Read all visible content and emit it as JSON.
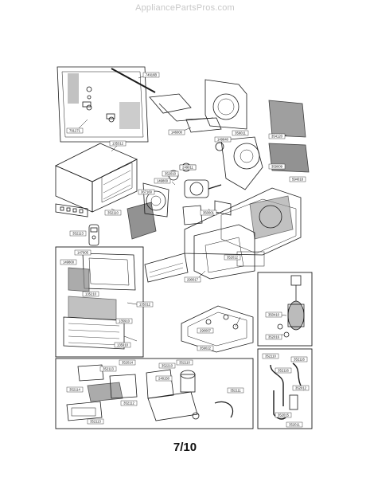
{
  "watermark": "AppliancePartsPros.com",
  "page_number": "7/10",
  "part_labels": {
    "l0": "74916B",
    "l1": "791271",
    "l2": "135312",
    "l3": "352011",
    "l4": "146000",
    "l5": "359011",
    "l6": "354120",
    "l7": "594018",
    "l8": "149840",
    "l9": "249011",
    "l10": "352010",
    "l11": "149800",
    "l12": "359009",
    "l13": "367160",
    "l14": "350001",
    "l15": "352110",
    "l16": "352113",
    "l17": "290017",
    "l18": "352012",
    "l19": "147905",
    "l20": "149800",
    "l21": "135210",
    "l22": "135312",
    "l23": "135910",
    "l24": "135910",
    "l25": "290007",
    "l26": "350410",
    "l27": "352016",
    "l28": "359022",
    "l29": "352113",
    "l30": "352014",
    "l31": "352210",
    "l32": "352110",
    "l33": "248150",
    "l34": "352114",
    "l35": "352112",
    "l36": "352111",
    "l37": "352113",
    "l38": "352110",
    "l39": "352116",
    "l40": "352116",
    "l41": "352012",
    "l42": "352015",
    "l43": "352011"
  }
}
